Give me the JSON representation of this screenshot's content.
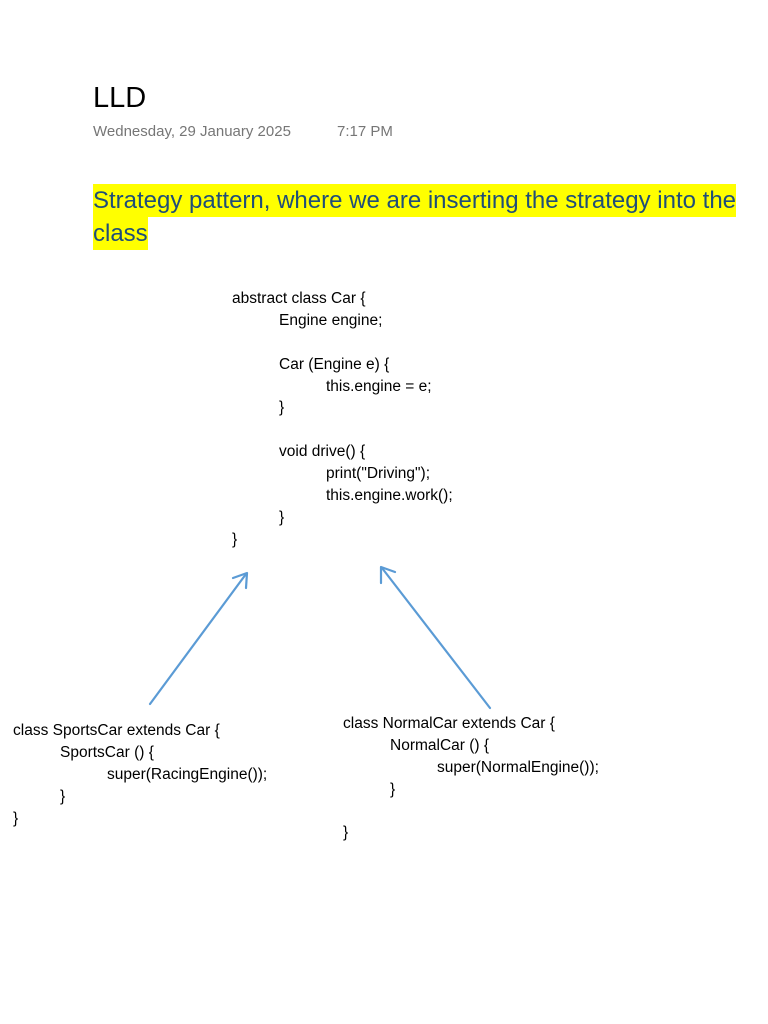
{
  "page": {
    "title": "LLD",
    "date": "Wednesday, 29 January 2025",
    "time": "7:17 PM"
  },
  "heading": {
    "line1": "Strategy pattern, where we are inserting the strategy into the",
    "line2": "class"
  },
  "code": {
    "car": [
      {
        "indent": 0,
        "text": "abstract class Car {"
      },
      {
        "indent": 1,
        "text": "Engine engine;"
      },
      {
        "indent": 0,
        "text": ""
      },
      {
        "indent": 1,
        "text": "Car (Engine e) {"
      },
      {
        "indent": 2,
        "text": "this.engine = e;"
      },
      {
        "indent": 1,
        "text": "}"
      },
      {
        "indent": 0,
        "text": ""
      },
      {
        "indent": 1,
        "text": "void drive() {"
      },
      {
        "indent": 2,
        "text": "print(\"Driving\");"
      },
      {
        "indent": 2,
        "text": "this.engine.work();"
      },
      {
        "indent": 1,
        "text": "}"
      },
      {
        "indent": 0,
        "text": "}"
      }
    ],
    "sports_car": [
      {
        "indent": 0,
        "text": "class SportsCar extends Car {"
      },
      {
        "indent": 1,
        "text": "SportsCar () {"
      },
      {
        "indent": 2,
        "text": "super(RacingEngine());"
      },
      {
        "indent": 1,
        "text": "}"
      },
      {
        "indent": 0,
        "text": "}"
      }
    ],
    "normal_car": [
      {
        "indent": 0,
        "text": "class NormalCar extends Car {"
      },
      {
        "indent": 1,
        "text": "NormalCar () {"
      },
      {
        "indent": 2,
        "text": "super(NormalEngine());"
      },
      {
        "indent": 1,
        "text": "}"
      },
      {
        "indent": 0,
        "text": ""
      },
      {
        "indent": 0,
        "text": "}"
      }
    ]
  },
  "colors": {
    "highlight": "#ffff00",
    "heading_text": "#1f4e79",
    "meta_text": "#767676",
    "arrow": "#5b9bd5"
  }
}
